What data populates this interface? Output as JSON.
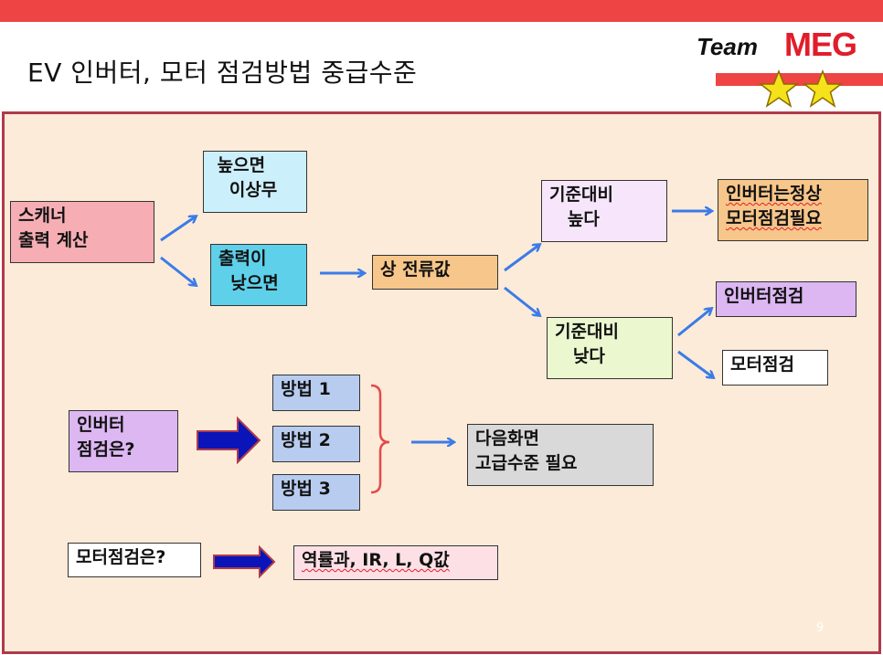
{
  "slide": {
    "title": "EV 인버터, 모터 점검방법 중급수준",
    "page_number": "9"
  },
  "logo": {
    "team": "Team",
    "meg": "MEG"
  },
  "boxes": {
    "scanner": "스캐너\n출력 계산",
    "high": " 높으면\n   이상무",
    "low": "출력이\n  낮으면",
    "phase_current": "상 전류값",
    "above": "기준대비\n   높다",
    "below": "기준대비\n   낮다",
    "inverter_ok_motor_check": "인버터는정상\n모터점검필요",
    "inverter_check": "인버터점검",
    "motor_check": "모터점검",
    "inverter_question": "인버터\n점검은?",
    "method1": "방법 1",
    "method2": "방법 2",
    "method3": "방법 3",
    "next_screen": "다음화면\n고급수준 필요",
    "motor_question": "모터점검은?",
    "motor_values": "역률과, IR, L, Q값"
  },
  "colors": {
    "accent_red": "#ef4444",
    "arrow_blue": "#3b7be8",
    "block_arrow_blue": "#0a14b8",
    "panel_bg": "#fcebd8"
  }
}
